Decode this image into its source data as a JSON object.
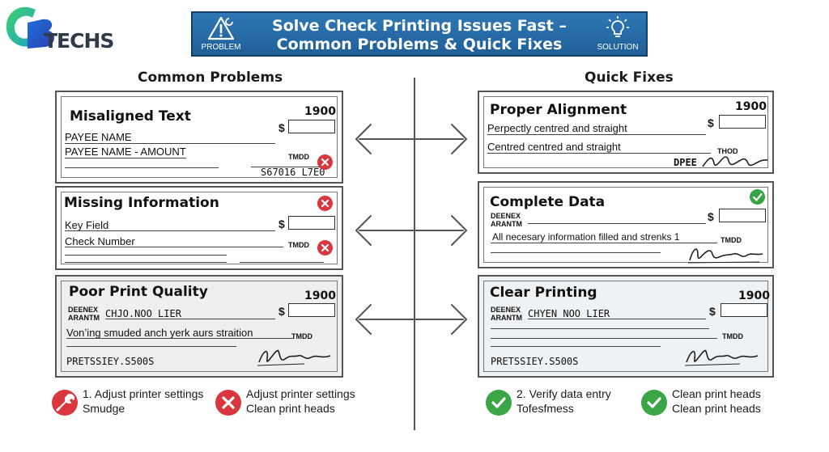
{
  "logo": {
    "word": "TECHS"
  },
  "banner": {
    "title_line1": "Solve Check Printing Issues Fast –",
    "title_line2": "Common Problems & Quick Fixes",
    "left_label": "PROBLEM",
    "right_label": "SOLUTION",
    "left_icon": "warning-wrench-icon",
    "right_icon": "lightbulb-icon"
  },
  "headings": {
    "problems": "Common Problems",
    "fixes": "Quick Fixes"
  },
  "colors": {
    "banner": "#1f5f98",
    "bad": "#d9363e",
    "good": "#3aa646"
  },
  "problems": [
    {
      "title": "Misaligned Text",
      "number": "1900",
      "dollar": "$",
      "line1": "PAYEE NAME",
      "line2": "PAYEE NAME - AMOUNT",
      "tmdd": "TMDD",
      "code": "S67016 L7E0"
    },
    {
      "title": "Missing Information",
      "dollar": "$",
      "line1": "Key Field",
      "line2": "Check Number",
      "tmdd": "TMDD"
    },
    {
      "title": "Poor Print Quality",
      "number": "1900",
      "dollar": "$",
      "small1": "DEENEX",
      "small2": "ARANTM",
      "name": "CHJO.NOO LIER",
      "line1": "Vonʼing smuded anch yerk aurs straition",
      "tmdd": "TMDD",
      "code": "PRETSSIEY.S500S"
    }
  ],
  "fixes": [
    {
      "title": "Proper Alignment",
      "number": "1900",
      "dollar": "$",
      "line1": "Perpectly centred and straight",
      "line2": "Centred centred and straight",
      "tmdd": "THOD",
      "code": "DPEE"
    },
    {
      "title": "Complete Data",
      "dollar": "$",
      "small1": "DEENEX",
      "small2": "ARANTM",
      "line1": "All necesary information filled and strenks 1",
      "tmdd": "TMDD"
    },
    {
      "title": "Clear Printing",
      "number": "1900",
      "dollar": "$",
      "small1": "DEENEX",
      "small2": "ARANTM",
      "name": "CHYEN NOO LIER",
      "tmdd": "TMDD",
      "code": "PRETSSIEY.S500S"
    }
  ],
  "tips": [
    {
      "icon": "wrench-icon",
      "line1": "1. Adjust printer settings",
      "line2": "Smudge"
    },
    {
      "icon": "x-icon",
      "line1": "Adjust printer settings",
      "line2": "Clean print heads"
    },
    {
      "icon": "check-icon",
      "line1": "2. Verify data entry",
      "line2": "Tofesfmess"
    },
    {
      "icon": "check-icon",
      "line1": "Clean print heads",
      "line2": "Clean print heads"
    }
  ]
}
